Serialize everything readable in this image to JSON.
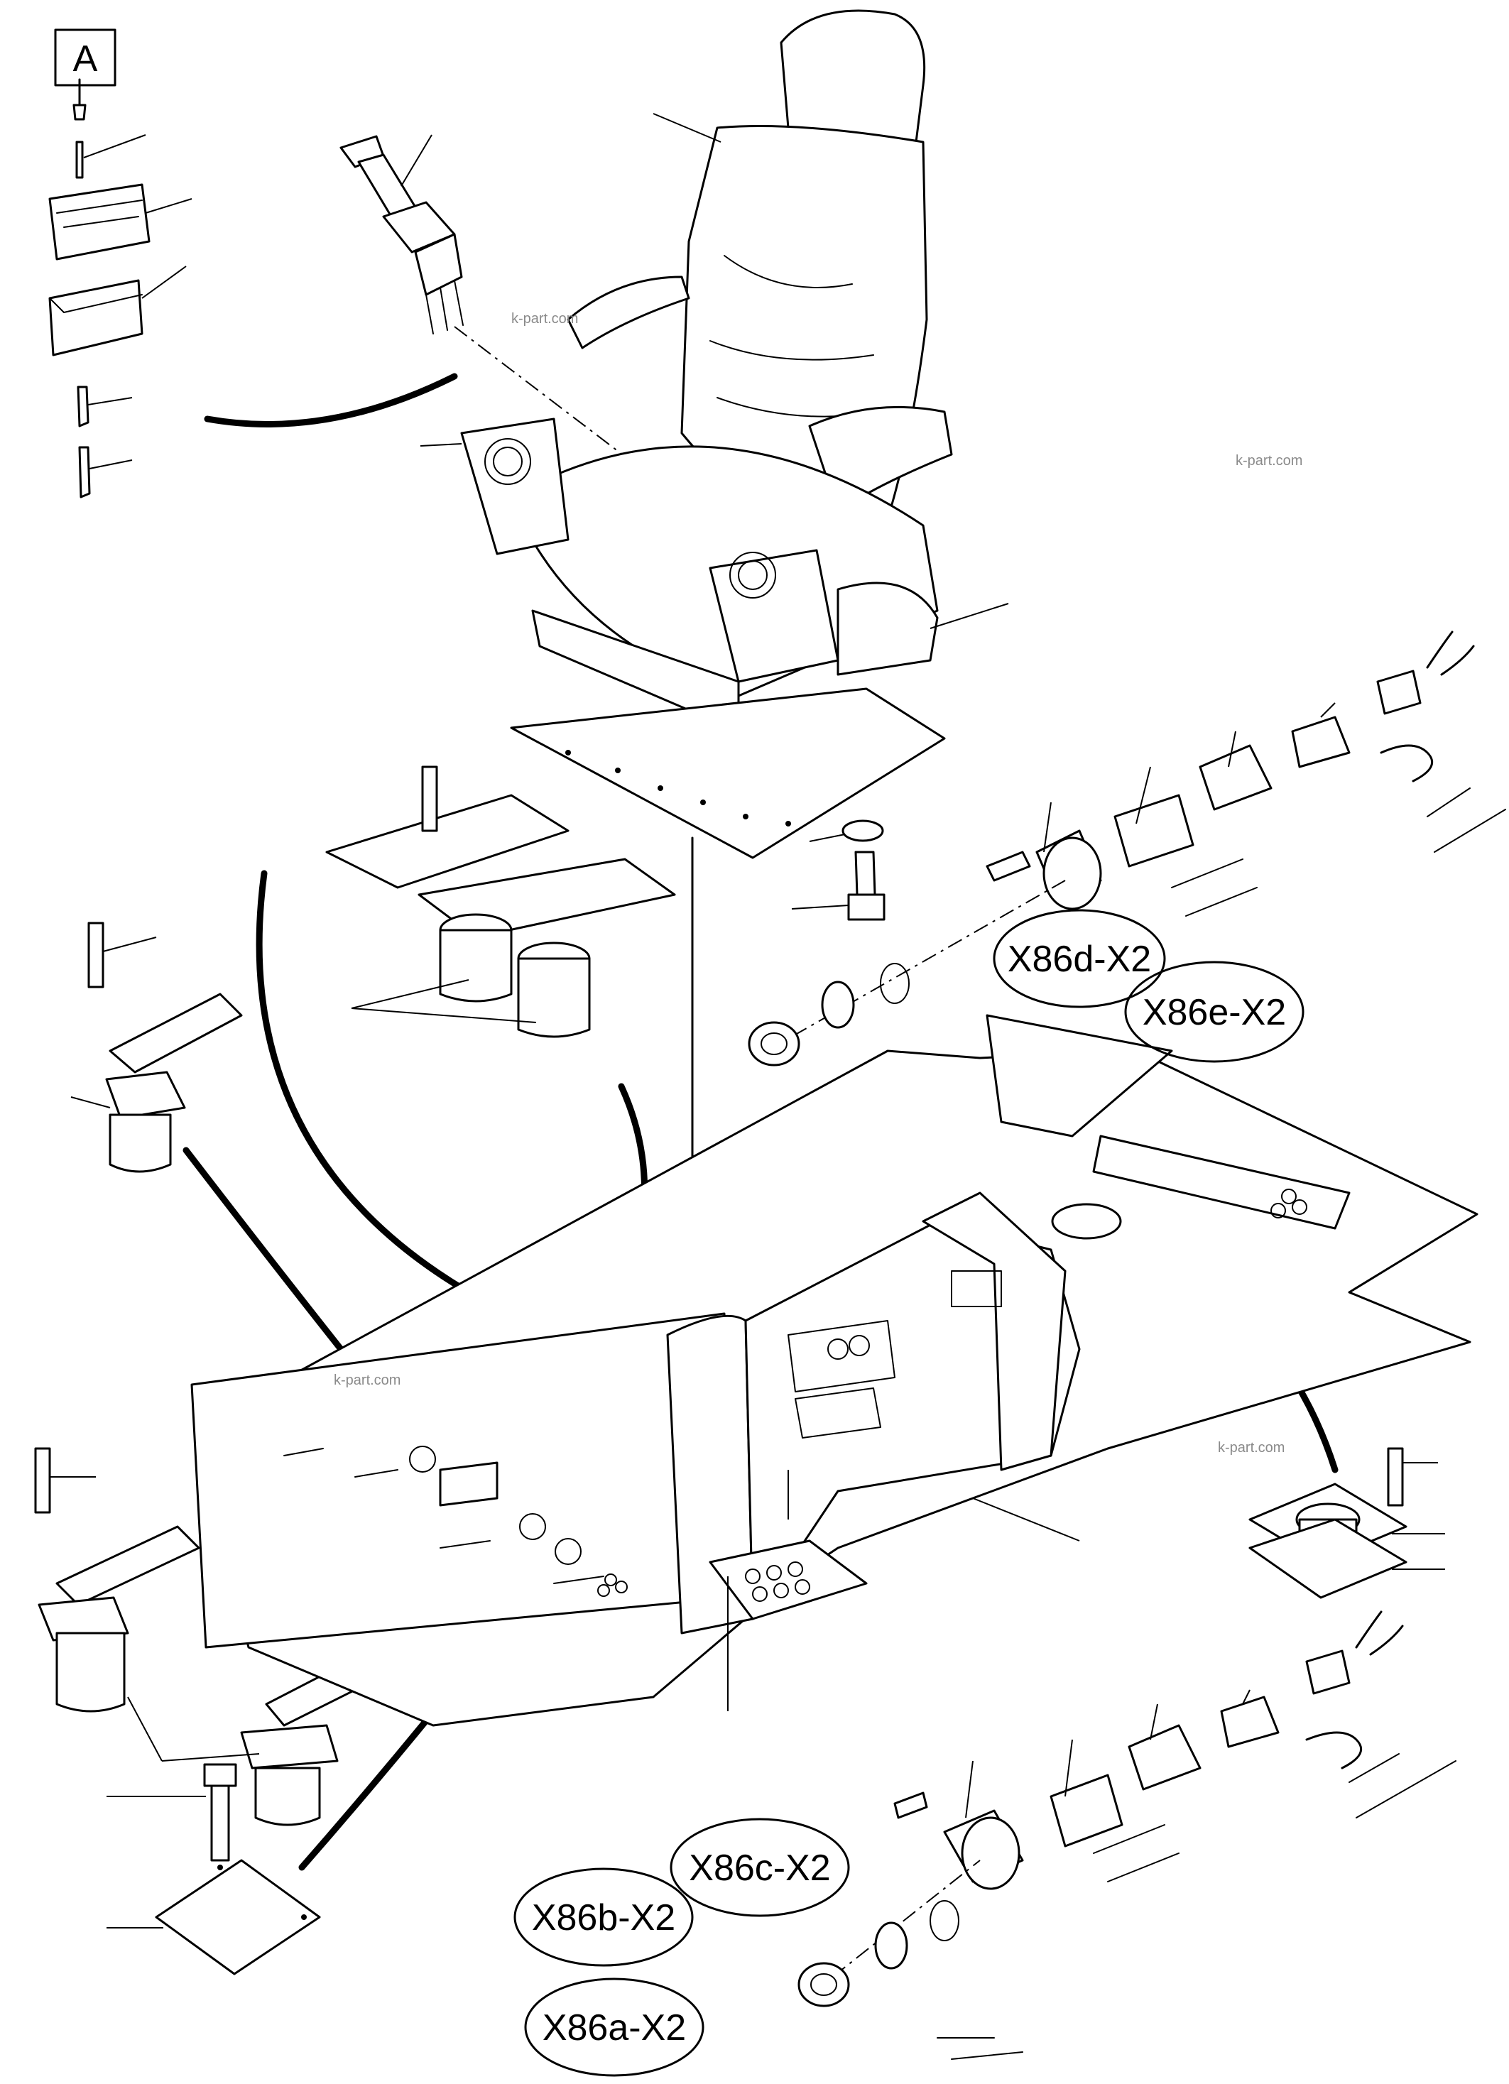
{
  "view_marker": {
    "label": "A"
  },
  "connector_labels": [
    {
      "id": "x86d",
      "text": "X86d-X2"
    },
    {
      "id": "x86e",
      "text": "X86e-X2"
    },
    {
      "id": "x86c",
      "text": "X86c-X2"
    },
    {
      "id": "x86b",
      "text": "X86b-X2"
    },
    {
      "id": "x86a",
      "text": "X86a-X2"
    }
  ],
  "watermarks": [
    "k-part.com",
    "k-part.com",
    "k-part.com",
    "k-part.com"
  ],
  "colors": {
    "ink": "#000000",
    "paper": "#ffffff",
    "watermark": "#8a8a8a"
  }
}
